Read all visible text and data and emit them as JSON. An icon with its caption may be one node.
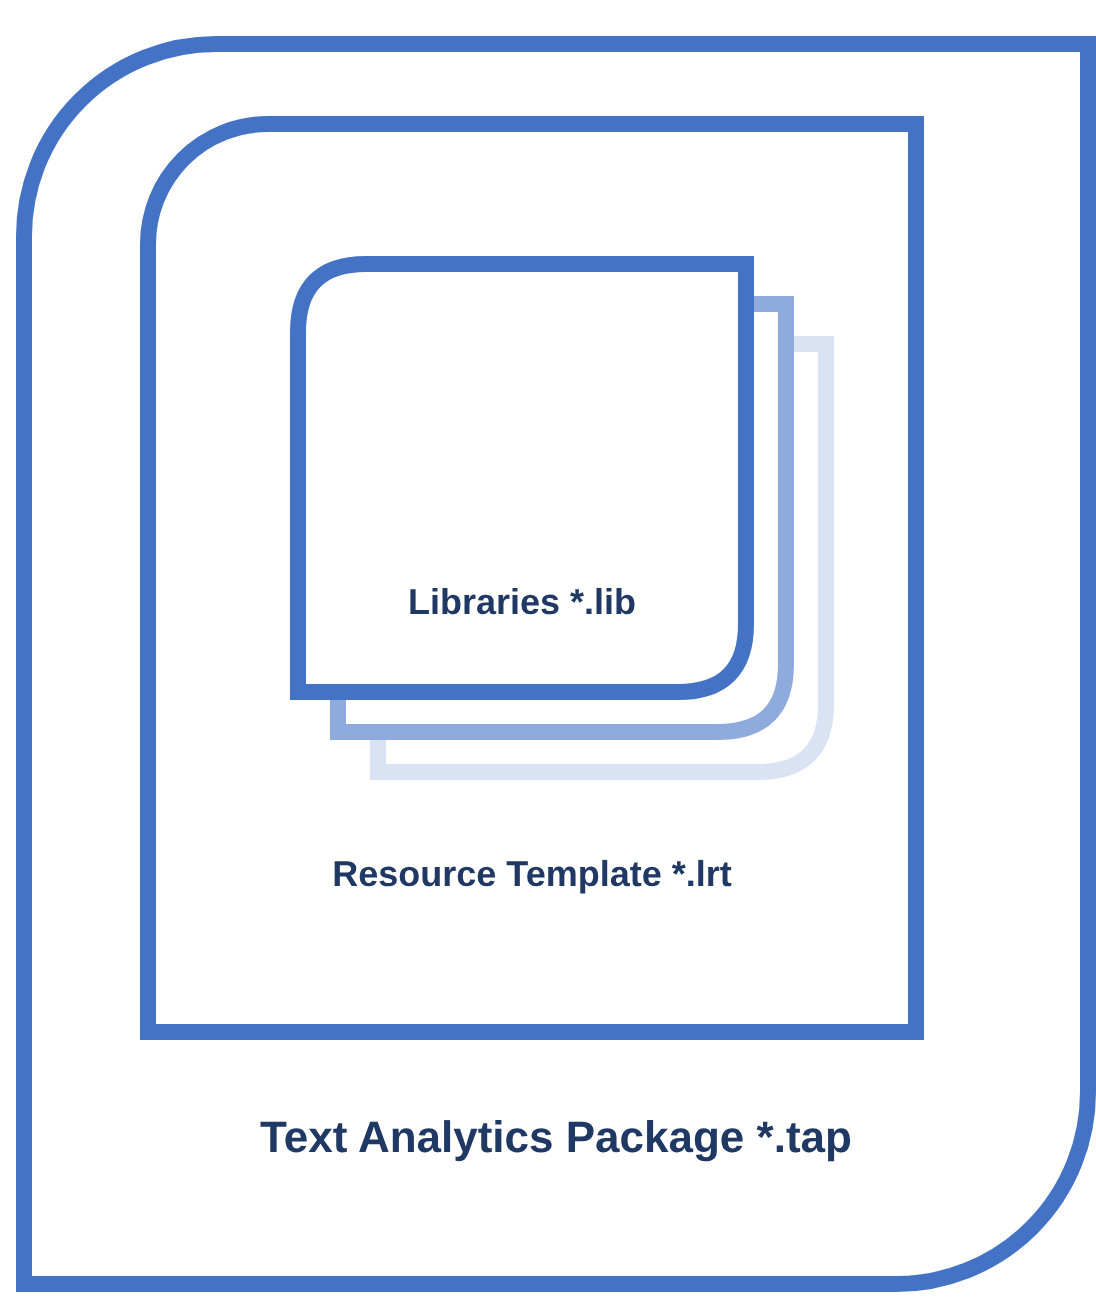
{
  "diagram": {
    "nodes": [
      {
        "text": [
          "Text Analytics Package *.tap"
        ]
      },
      {
        "text": [
          "Resource Template *.lrt"
        ],
        "in": 0
      },
      {
        "text": [
          "Libraries *.lib"
        ],
        "in": 1
      }
    ]
  }
}
